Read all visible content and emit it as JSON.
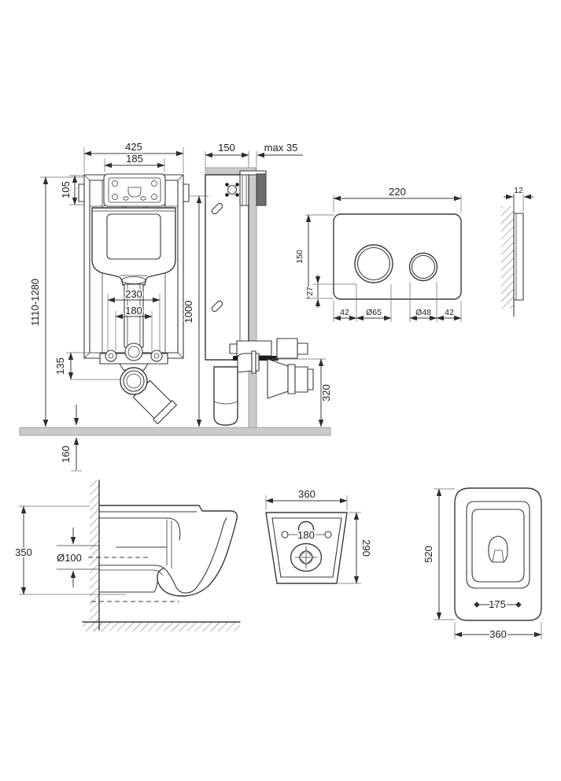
{
  "installation_front": {
    "frame_width": "425",
    "access_width": "185",
    "access_height": "105",
    "height_range": "1110-1280",
    "bracket_span": "230",
    "pipe_span": "180",
    "drain_center_height": "135",
    "floor_depth": "160"
  },
  "installation_side": {
    "frame_depth": "150",
    "wall_max": "max 35",
    "frame_height": "1000",
    "outlet_height": "320"
  },
  "flush_plate": {
    "width": "220",
    "height": "150",
    "button_bottom_offset": "27",
    "left_gap": "42",
    "big_button_diameter": "Ø65",
    "small_button_diameter": "Ø48",
    "right_gap": "42",
    "thickness": "12"
  },
  "bowl_side": {
    "height": "350",
    "outlet_diameter": "Ø100"
  },
  "bowl_back": {
    "width": "360",
    "bolt_span": "180",
    "height": "290"
  },
  "bowl_top": {
    "depth": "520",
    "seat_bolt_span": "175",
    "width": "360"
  }
}
